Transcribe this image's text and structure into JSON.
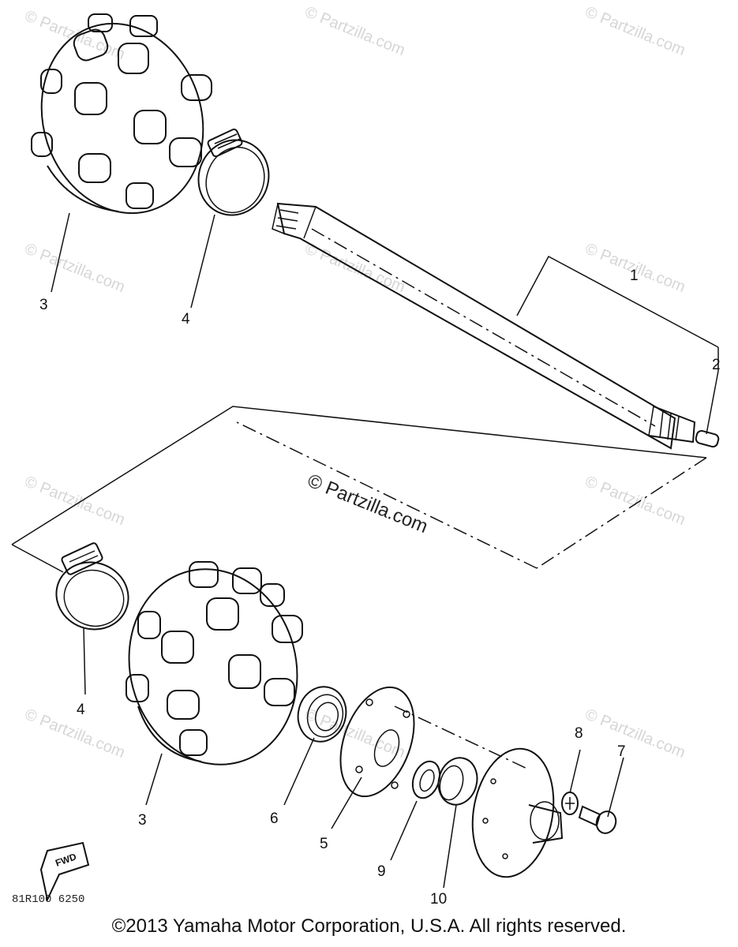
{
  "watermarks": [
    "© Partzilla.com",
    "© Partzilla.com",
    "© Partzilla.com",
    "© Partzilla.com",
    "© Partzilla.com",
    "© Partzilla.com",
    "© Partzilla.com",
    "© Partzilla.com",
    "© Partzilla.com",
    "© Partzilla.com",
    "© Partzilla.com"
  ],
  "center_watermark": "© Partzilla.com",
  "callouts": {
    "c1": "1",
    "c2": "2",
    "c3_top": "3",
    "c4_top": "4",
    "c4_bottom": "4",
    "c3_bottom": "3",
    "c6": "6",
    "c5": "5",
    "c9": "9",
    "c10": "10",
    "c8": "8",
    "c7": "7"
  },
  "fwd_label": "FWD",
  "drawing_code": "81R100 6250",
  "copyright": "©2013  Yamaha Motor Corporation, U.S.A. All rights reserved."
}
